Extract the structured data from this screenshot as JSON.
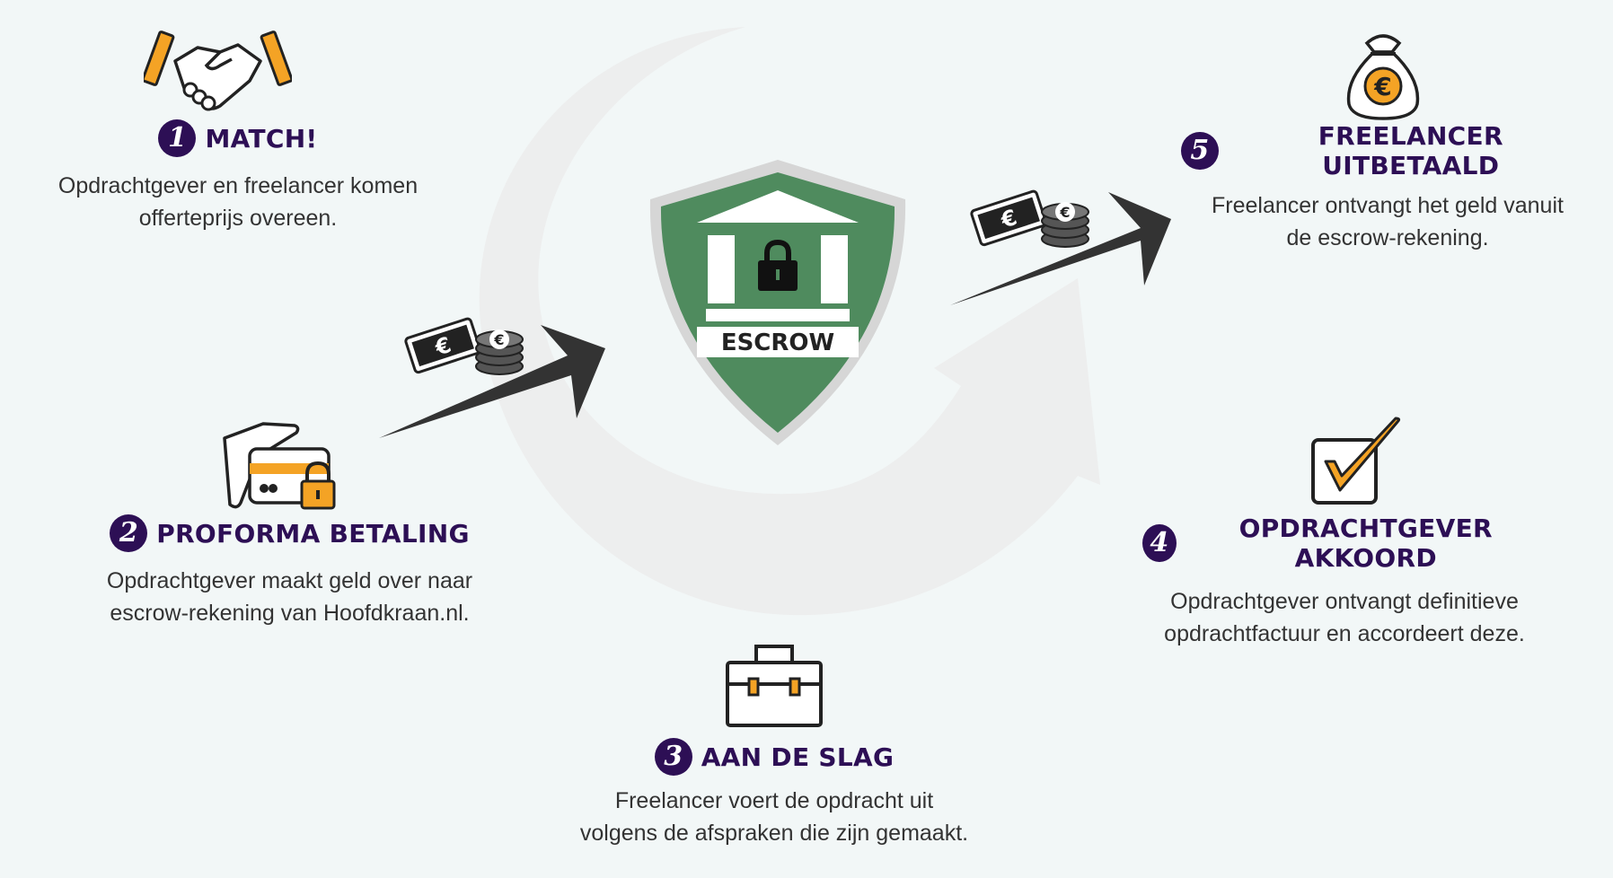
{
  "steps": [
    {
      "number": "1",
      "title": "MATCH!",
      "lines": [
        "Opdrachtgever en freelancer komen",
        "offerteprijs overeen."
      ]
    },
    {
      "number": "2",
      "title": "PROFORMA BETALING",
      "lines": [
        "Opdrachtgever maakt geld over naar",
        "escrow-rekening van Hoofdkraan.nl."
      ]
    },
    {
      "number": "3",
      "title": "AAN DE SLAG",
      "lines": [
        "Freelancer voert de opdracht uit",
        "volgens de afspraken die zijn gemaakt."
      ]
    },
    {
      "number": "4",
      "title": "OPDRACHTGEVER AKKOORD",
      "lines": [
        "Opdrachtgever ontvangt definitieve",
        "opdrachtfactuur en accordeert deze."
      ]
    },
    {
      "number": "5",
      "title": "FREELANCER UITBETAALD",
      "lines": [
        "Freelancer ontvangt het geld vanuit",
        "de escrow-rekening."
      ]
    }
  ],
  "center": {
    "label": "ESCROW"
  },
  "money_symbol": "€",
  "icons": {
    "step1": "handshake-icon",
    "step2": "credit-card-lock-icon",
    "step3": "briefcase-icon",
    "step4": "checkbox-check-icon",
    "step5": "money-bag-icon",
    "center": "escrow-bank-shield-icon",
    "transfer": "cash-and-coins-icon"
  },
  "colors": {
    "navy": "#2d0f55",
    "shield_green": "#4f8b5e",
    "shield_border": "#d0d0d0",
    "accent_orange": "#f4a325",
    "text": "#333333",
    "background": "#f2f7f7"
  }
}
